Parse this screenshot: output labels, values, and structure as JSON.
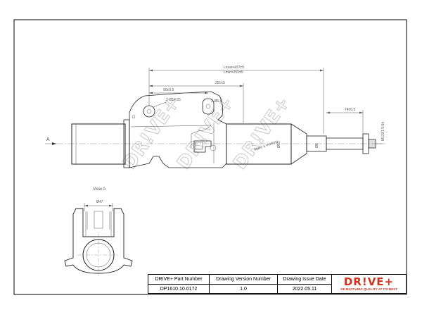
{
  "title_block": {
    "part_number_label": "DRIVE+ Part Number",
    "part_number": "DP1610.10.0172",
    "version_label": "Drawing Version Number",
    "version": "1.0",
    "issue_date_label": "Drawing Issue Date",
    "issue_date": "2022.05.11"
  },
  "logo": {
    "text": "DR!VE+",
    "tagline": "OE MATCHING QUALITY AT ITS BEST"
  },
  "watermark": "DR!VE+",
  "drawing": {
    "direction_label": "A",
    "view_label": "View A",
    "dim_max": "Lmax=437±5",
    "dim_min": "Lmin=255±5",
    "dim_251": "251±5",
    "dim_90": "90±0.5",
    "dim_holes": "2-Ø14.25",
    "dim_hole_small": "2-Ø6.5",
    "dim_74": "74±0.5",
    "dim_thread": "M12X1.5-6h",
    "dim_body_dia": "Ø51",
    "dim_rod_dia": "Ø8",
    "dim_bracket": "Ø47",
    "marking_note": "Make a marking"
  }
}
